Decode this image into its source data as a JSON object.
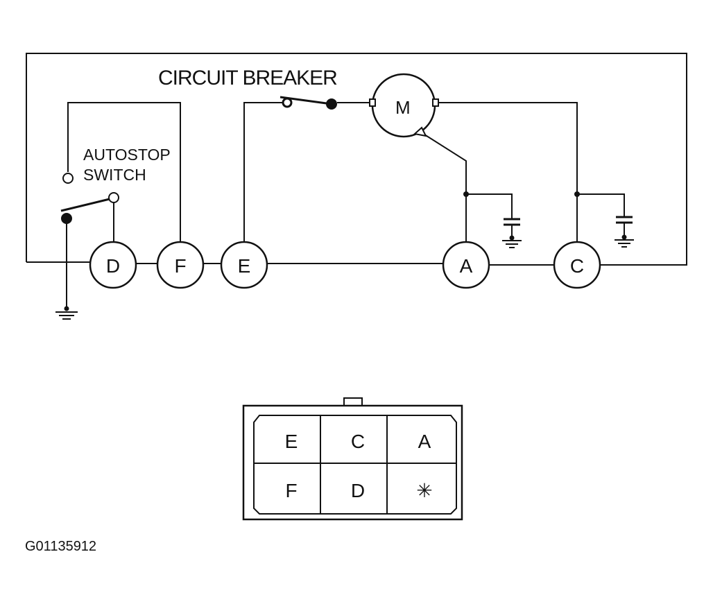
{
  "labels": {
    "circuit_breaker": "CIRCUIT BREAKER",
    "autostop_line1": "AUTOSTOP",
    "autostop_line2": "SWITCH",
    "motor": "M",
    "figure_code": "G01135912"
  },
  "terminals": [
    "D",
    "F",
    "E",
    "A",
    "C"
  ],
  "connector": {
    "rows": [
      [
        "E",
        "C",
        "A"
      ],
      [
        "F",
        "D",
        "✳"
      ]
    ]
  }
}
